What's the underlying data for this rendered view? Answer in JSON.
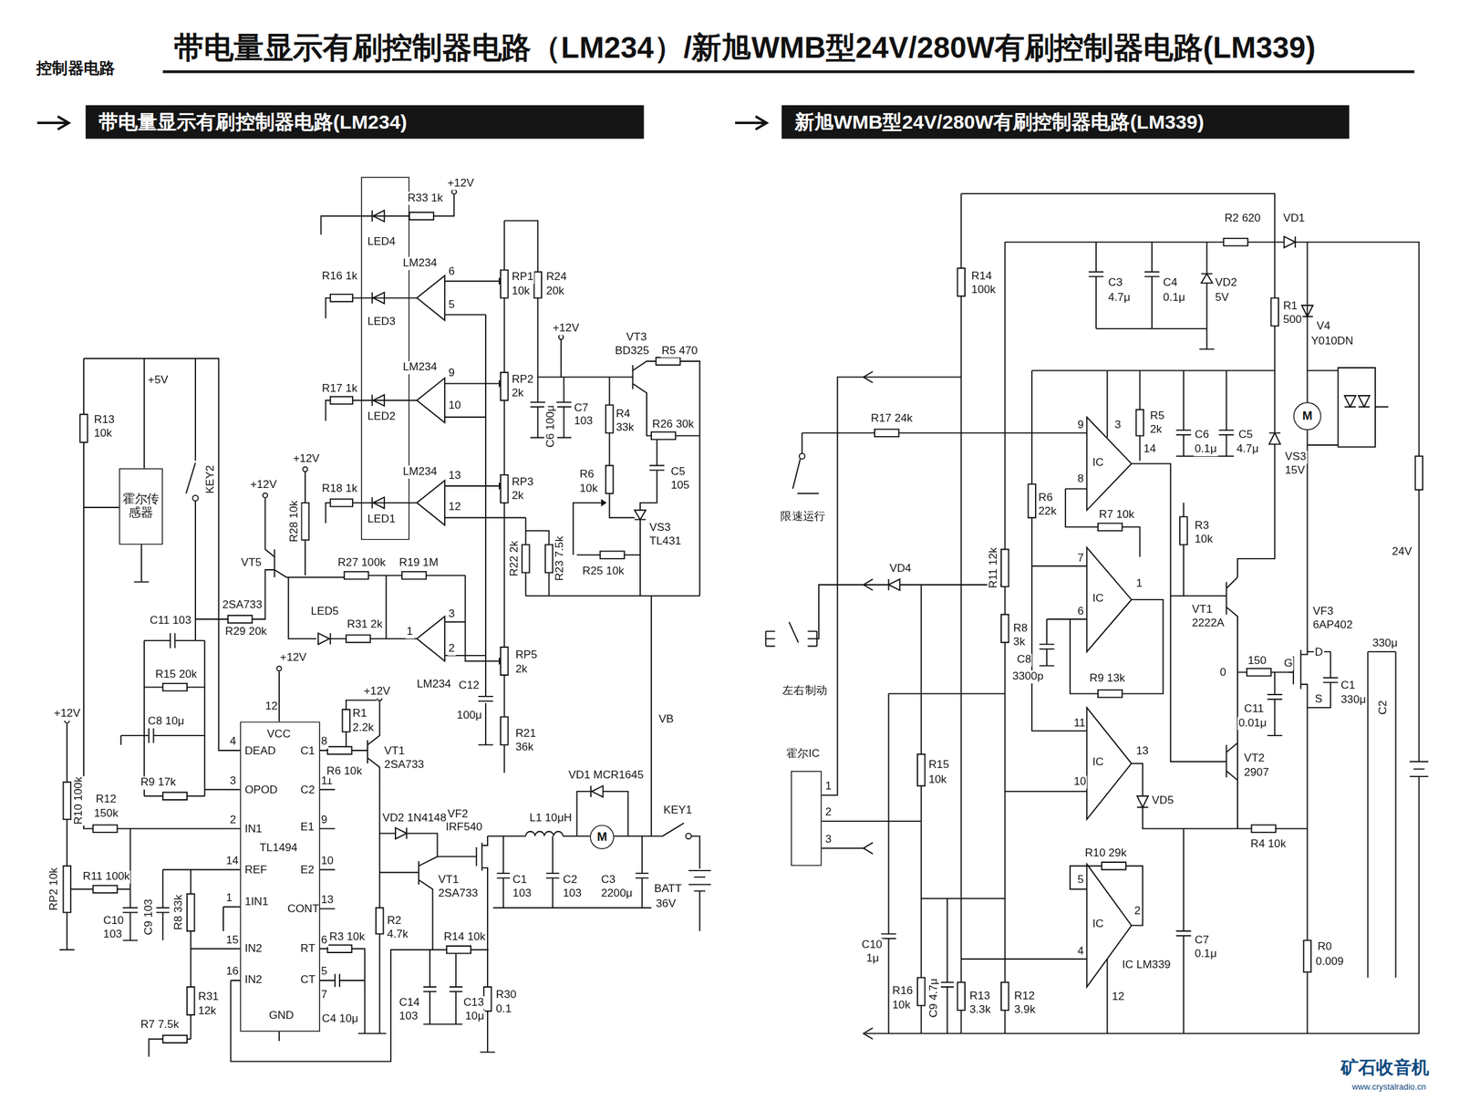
{
  "diagram": {
    "title": "带电量显示有刷控制器电路（LM234）/新旭WMB型24V/280W有刷控制器电路(LM339)",
    "nodes": [
      {
        "text": [
          "带电量显示有刷控制器电路(LM234)"
        ]
      },
      {
        "text": [
          "新旭WMB型24V/280W有刷控制器电路(LM339)"
        ]
      },
      {
        "text": [
          "LED4",
          "LED3",
          "LED2",
          "LED1"
        ]
      },
      {
        "text": [
          "霍尔传感器"
        ]
      },
      {
        "text": [
          "VCC",
          "DEAD",
          "OPOD",
          "IN1",
          "REF",
          "1IN1",
          "IN2",
          "IN2",
          "GND",
          "C1",
          "C2",
          "E1",
          "E2",
          "CONT",
          "RT",
          "CT",
          "TL1494"
        ]
      },
      {
        "text": [
          "M"
        ]
      },
      {
        "text": [
          "霍尔IC"
        ]
      },
      {
        "text": [
          "IC"
        ]
      },
      {
        "text": [
          "IC"
        ]
      },
      {
        "text": [
          "IC"
        ]
      },
      {
        "text": [
          "IC"
        ]
      },
      {
        "text": [
          "M"
        ]
      }
    ],
    "labels": [
      "控制器电路",
      "R33 1k",
      "+12V",
      "LM234",
      "6",
      "5",
      "RP1",
      "10k",
      "R24",
      "20k",
      "R16 1k",
      "+12V",
      "VT3",
      "BD325",
      "R5 470",
      "LM234",
      "9",
      "10",
      "R17 1k",
      "RP2",
      "2k",
      "C7",
      "103",
      "C6 100μ",
      "R4",
      "33k",
      "R26 30k",
      "R6",
      "10k",
      "C5",
      "105",
      "LM234",
      "13",
      "12",
      "R18 1k",
      "RP3",
      "2k",
      "VS3",
      "TL431",
      "R22 2k",
      "R23 7.5k",
      "R25 10k",
      "+5V",
      "R13",
      "10k",
      "KEY2",
      "+12V",
      "+12V",
      "R28 10k",
      "VT5",
      "R27 100k",
      "R19 1M",
      "2SA733",
      "C11 103",
      "R29 20k",
      "LED5",
      "R31 2k",
      "3",
      "1",
      "2",
      "LM234",
      "R15 20k",
      "C8 10μ",
      "+12V",
      "+12V",
      "+12V",
      "RP5",
      "2k",
      "C12",
      "100μ",
      "R21",
      "36k",
      "R9 17k",
      "R1",
      "2.2k",
      "VT1",
      "2SA733",
      "VD1 MCR1645",
      "VB",
      "R12",
      "150k",
      "R10 100k",
      "R11 100k",
      "RP2 10k",
      "C10",
      "103",
      "C9 103",
      "R8 33k",
      "R31",
      "12k",
      "R7 7.5k",
      "4",
      "3",
      "2",
      "14",
      "1",
      "15",
      "16",
      "12",
      "8",
      "11",
      "9",
      "10",
      "13",
      "6",
      "5",
      "7",
      "R6 10k",
      "VD2 1N4148",
      "VF2",
      "IRF540",
      "L1 10μH",
      "KEY1",
      "VT1",
      "2SA733",
      "R2",
      "4.7k",
      "C1",
      "103",
      "C2",
      "103",
      "C3",
      "2200μ",
      "BATT",
      "36V",
      "R3 10k",
      "R14 10k",
      "C4 10μ",
      "C14",
      "103",
      "C13",
      "10μ",
      "R30",
      "0.1",
      "R2 620",
      "VD1",
      "R14",
      "100k",
      "C3",
      "4.7μ",
      "C4",
      "0.1μ",
      "VD2",
      "5V",
      "R1",
      "500",
      "V4",
      "Y010DN",
      "R5",
      "2k",
      "R17 24k",
      "9",
      "3",
      "14",
      "8",
      "C6",
      "0.1μ",
      "C5",
      "4.7μ",
      "VS3",
      "15V",
      "R7 10k",
      "R6",
      "22k",
      "限速运行",
      "R3",
      "10k",
      "VD4",
      "R11 12k",
      "7",
      "1",
      "6",
      "VT1",
      "2222A",
      "VF3",
      "6AP402",
      "R8",
      "3k",
      "C8",
      "3300p",
      "R9 13k",
      "左右制动",
      "0",
      "150",
      "G",
      "D",
      "S",
      "C1",
      "330μ",
      "330μ",
      "C2",
      "C11",
      "0.01μ",
      "11",
      "13",
      "10",
      "R15",
      "10k",
      "VD5",
      "VT2",
      "2907",
      "1",
      "2",
      "3",
      "R4 10k",
      "R10 29k",
      "5",
      "2",
      "4",
      "12",
      "IC LM339",
      "C7",
      "0.1μ",
      "R0",
      "0.009",
      "C10",
      "1μ",
      "R16",
      "10k",
      "C9 4.7μ",
      "R13",
      "3.3k",
      "R12",
      "3.9k",
      "24V",
      "矿石收音机",
      "www.crystalradio.cn"
    ]
  }
}
